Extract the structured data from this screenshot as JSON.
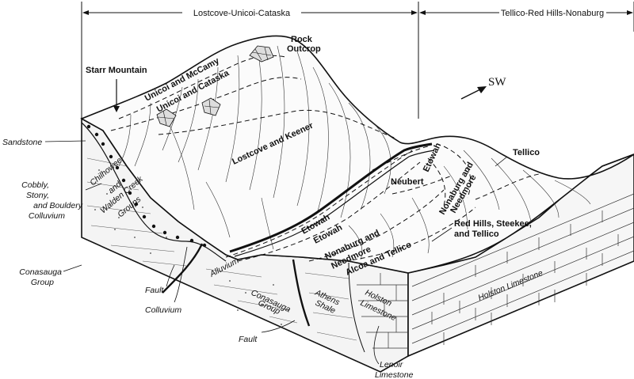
{
  "header": {
    "left_region": "Lostcove-Unicoi-Cataska",
    "right_region": "Tellico-Red Hills-Nonaburg"
  },
  "compass": "SW",
  "surface_labels": {
    "starr_mountain": "Starr Mountain",
    "rock_outcrop_1": "Rock",
    "rock_outcrop_2": "Outcrop",
    "unicoi_mccamy": "Unicoi and McCamy",
    "unicoi_cataska": "Unicoi and Cataska",
    "lostcove_keener": "Lostcove and Keener",
    "etowah_1": "Etowah",
    "etowah_2": "Etowah",
    "etowah_3": "Etowah",
    "neubert": "Neubert",
    "nonaburg_upper_1": "Nonaburg and",
    "nonaburg_upper_2": "Needmore",
    "nonaburg_lower_1": "Nonaburg and",
    "nonaburg_lower_2": "Needmore",
    "alcoa_tellico": "Alcoa and Tellico",
    "tellico": "Tellico",
    "red_hills_1": "Red Hills, Steekee,",
    "red_hills_2": "and Tellico"
  },
  "geology_labels": {
    "sandstone": "Sandstone",
    "cobbly_1": "Cobbly,",
    "cobbly_2": "Stony,",
    "cobbly_3": "and Bouldery",
    "cobbly_4": "Colluvium",
    "chilhowee_1": "Chilhowee",
    "chilhowee_2": "and",
    "chilhowee_3": "Walden Creek",
    "chilhowee_4": "Groups",
    "conasauga_left_1": "Conasauga",
    "conasauga_left_2": "Group",
    "fault_1": "Fault",
    "alluvium": "Alluvium",
    "colluvium": "Colluvium",
    "conasauga_mid_1": "Conasauga",
    "conasauga_mid_2": "Group",
    "athens_1": "Athens",
    "athens_2": "Shale",
    "holston_small_1": "Holston",
    "holston_small_2": "Limestone",
    "holston_large": "Holston Limestone",
    "fault_2": "Fault",
    "lenoir_1": "Lenoir",
    "lenoir_2": "Limestone"
  }
}
